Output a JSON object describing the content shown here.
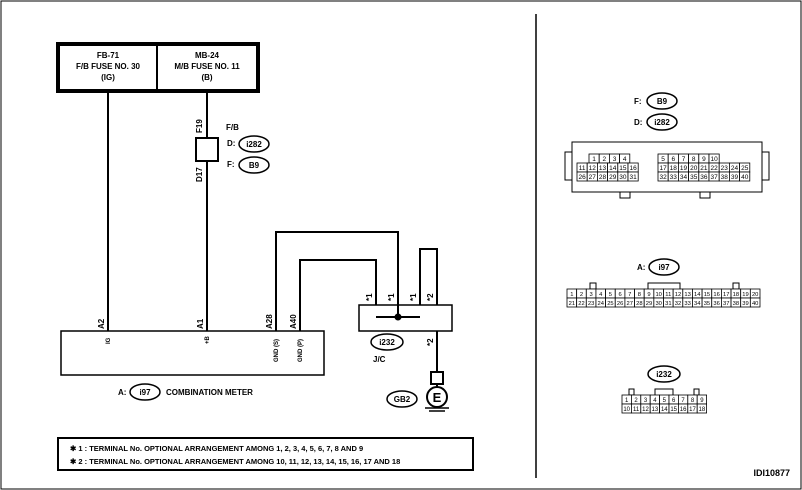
{
  "fuses": {
    "left": {
      "line1": "FB-71",
      "line2": "F/B FUSE NO. 30",
      "line3": "(IG)"
    },
    "right": {
      "line1": "MB-24",
      "line2": "M/B FUSE NO. 11",
      "line3": "(B)"
    }
  },
  "pins": {
    "f19": "F19",
    "d17": "D17",
    "fb": "F/B",
    "a2": "A2",
    "a1": "A1",
    "a28": "A28",
    "a40": "A40",
    "ig": "IG",
    "b": "+B",
    "gnd_s": "GND (S)",
    "gnd_p": "GND (P)",
    "jc1": "*1",
    "jc2": "*1",
    "jc3": "*1",
    "jc4": "*2",
    "jc5": "*2"
  },
  "connectors": {
    "d_prefix": "D:",
    "d_id": "i282",
    "f_prefix": "F:",
    "f_id": "B9",
    "a_prefix": "A:",
    "a_id": "i97",
    "jc_id": "i232",
    "jc_label": "J/C",
    "gb2": "GB2",
    "ground_symbol": "E"
  },
  "meter_label": "COMBINATION METER",
  "notes": [
    "✱ 1 : TERMINAL No. OPTIONAL ARRANGEMENT AMONG 1, 2, 3, 4, 5, 6, 7, 8 AND 9",
    "✱ 2 : TERMINAL No. OPTIONAL ARRANGEMENT AMONG 10, 11, 12, 13, 14, 15, 16, 17 AND 18"
  ],
  "figure_id": "IDI10877",
  "right_panel": {
    "f_prefix": "F:",
    "f_id": "B9",
    "d_prefix": "D:",
    "d_id": "i282",
    "a_prefix": "A:",
    "a_id": "i97",
    "jc_id": "i232",
    "b9_rows": [
      [
        "1",
        "2",
        "3",
        "4",
        "",
        "5",
        "6",
        "7",
        "8",
        "9",
        "10"
      ],
      [
        "11",
        "12",
        "13",
        "14",
        "15",
        "16",
        "17",
        "18",
        "19",
        "20",
        "21",
        "22",
        "23",
        "24",
        "25"
      ],
      [
        "26",
        "27",
        "28",
        "29",
        "30",
        "31",
        "32",
        "33",
        "34",
        "35",
        "36",
        "37",
        "38",
        "39",
        "40"
      ]
    ],
    "i97_rows": [
      [
        "1",
        "2",
        "3",
        "4",
        "5",
        "6",
        "7",
        "8",
        "9",
        "10",
        "11",
        "12",
        "13",
        "14",
        "15",
        "16",
        "17",
        "18",
        "19",
        "20"
      ],
      [
        "21",
        "22",
        "23",
        "24",
        "25",
        "26",
        "27",
        "28",
        "29",
        "30",
        "31",
        "32",
        "33",
        "34",
        "35",
        "36",
        "37",
        "38",
        "39",
        "40"
      ]
    ],
    "i232_rows": [
      [
        "1",
        "2",
        "3",
        "4",
        "5",
        "6",
        "7",
        "8",
        "9"
      ],
      [
        "10",
        "11",
        "12",
        "13",
        "14",
        "15",
        "16",
        "17",
        "18"
      ]
    ]
  },
  "colors": {
    "line": "#000000",
    "background": "#ffffff"
  }
}
